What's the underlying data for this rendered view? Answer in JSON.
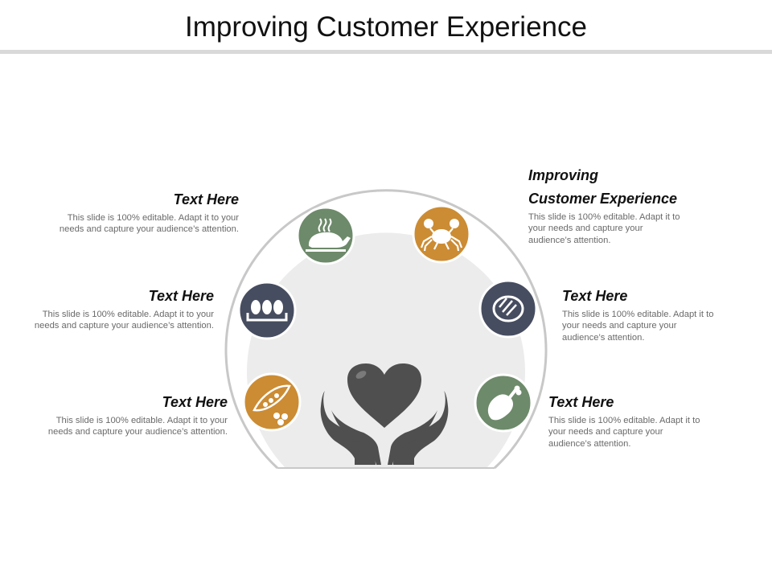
{
  "title": "Improving  Customer Experience",
  "colors": {
    "olive": "#cc8c33",
    "green": "#6d8a6a",
    "navy": "#474d60",
    "gray": "#4f4f4f",
    "rule": "#d9d9d9"
  },
  "items": [
    {
      "id": "roast-chicken",
      "icon": "roast-chicken-icon",
      "color": "#6d8a6a",
      "heading": "Text Here",
      "body": "This slide is 100% editable. Adapt it to your needs and capture your audience’s attention."
    },
    {
      "id": "crab",
      "icon": "crab-icon",
      "color": "#cc8c33",
      "heading_lines": [
        "Improving",
        "Customer Experience"
      ],
      "body": "This slide is 100% editable. Adapt it to your needs and capture your audience’s attention."
    },
    {
      "id": "eggs",
      "icon": "eggs-icon",
      "color": "#474d60",
      "heading": "Text Here",
      "body": "This slide is 100% editable. Adapt it to your needs and capture your audience’s attention."
    },
    {
      "id": "steak",
      "icon": "steak-icon",
      "color": "#474d60",
      "heading": "Text Here",
      "body": "This slide is 100% editable. Adapt it to your needs and capture your audience’s attention."
    },
    {
      "id": "peas",
      "icon": "pea-pod-icon",
      "color": "#cc8c33",
      "heading": "Text Here",
      "body": "This slide is 100% editable. Adapt it to your needs and capture your audience’s attention."
    },
    {
      "id": "drumstick",
      "icon": "drumstick-icon",
      "color": "#6d8a6a",
      "heading": "Text Here",
      "body": "This slide is 100% editable. Adapt it to your needs and capture your audience’s attention."
    }
  ],
  "center_icon": "hands-heart-icon"
}
